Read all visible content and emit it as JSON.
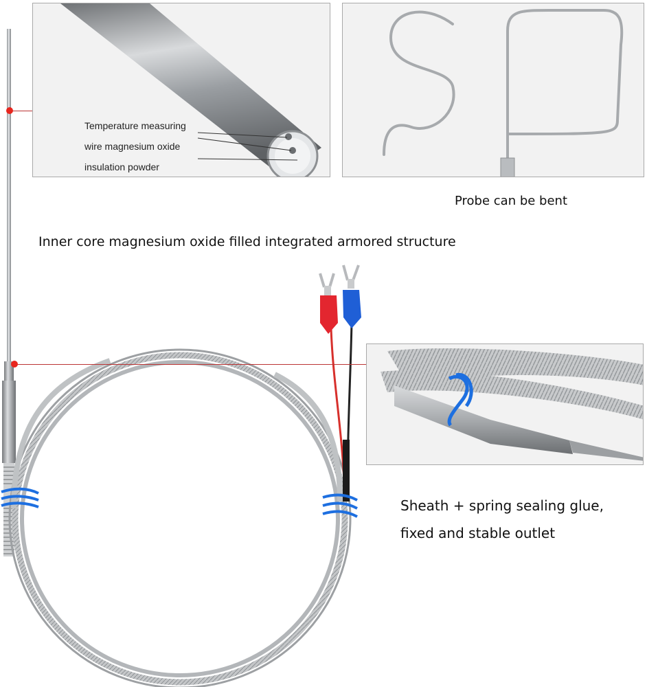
{
  "core_panel": {
    "label_line_1": "Temperature measuring",
    "label_line_2": "wire magnesium oxide",
    "label_line_3": "insulation powder"
  },
  "bent_panel": {
    "caption": "Probe can be bent"
  },
  "structure_caption": "Inner core magnesium oxide filled integrated armored structure",
  "sheath_panel": {
    "caption_line_1": "Sheath + spring sealing glue,",
    "caption_line_2": "fixed and stable outlet"
  },
  "colors": {
    "marker_red": "#e8261e",
    "terminal_red": "#e3262f",
    "terminal_blue": "#1f5fd6",
    "tie_blue": "#1d6fe0",
    "steel": "#b9bcbf"
  }
}
